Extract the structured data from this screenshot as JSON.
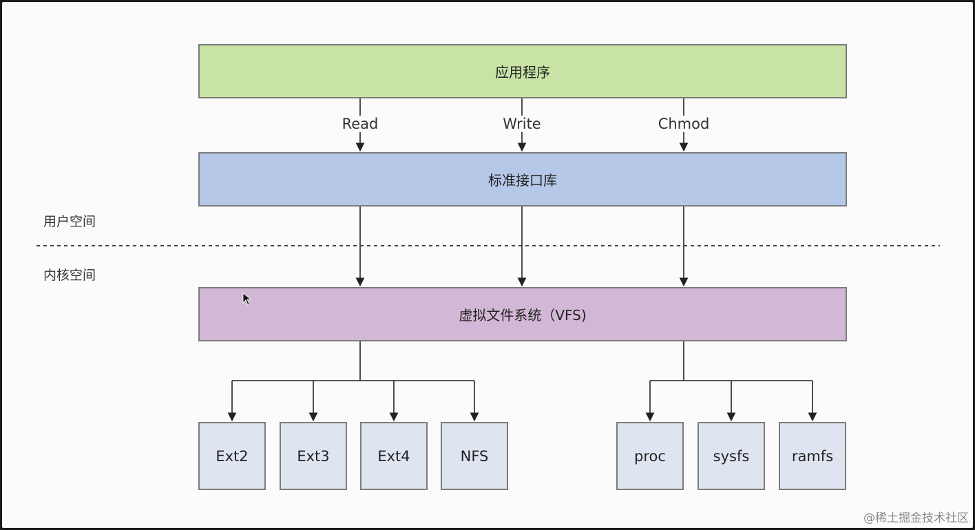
{
  "layers": {
    "application": "应用程序",
    "std_lib": "标准接口库",
    "vfs": "虚拟文件系统（VFS)"
  },
  "operations": [
    "Read",
    "Write",
    "Chmod"
  ],
  "regions": {
    "user_space": "用户空间",
    "kernel_space": "内核空间"
  },
  "filesystems": {
    "left_group": [
      "Ext2",
      "Ext3",
      "Ext4",
      "NFS"
    ],
    "right_group": [
      "proc",
      "sysfs",
      "ramfs"
    ]
  },
  "watermark": "@稀土掘金技术社区",
  "colors": {
    "application_fill": "#c9e3a6",
    "std_lib_fill": "#b5c8e8",
    "vfs_fill": "#d3b7d6",
    "fs_fill": "#dfe5f0"
  }
}
